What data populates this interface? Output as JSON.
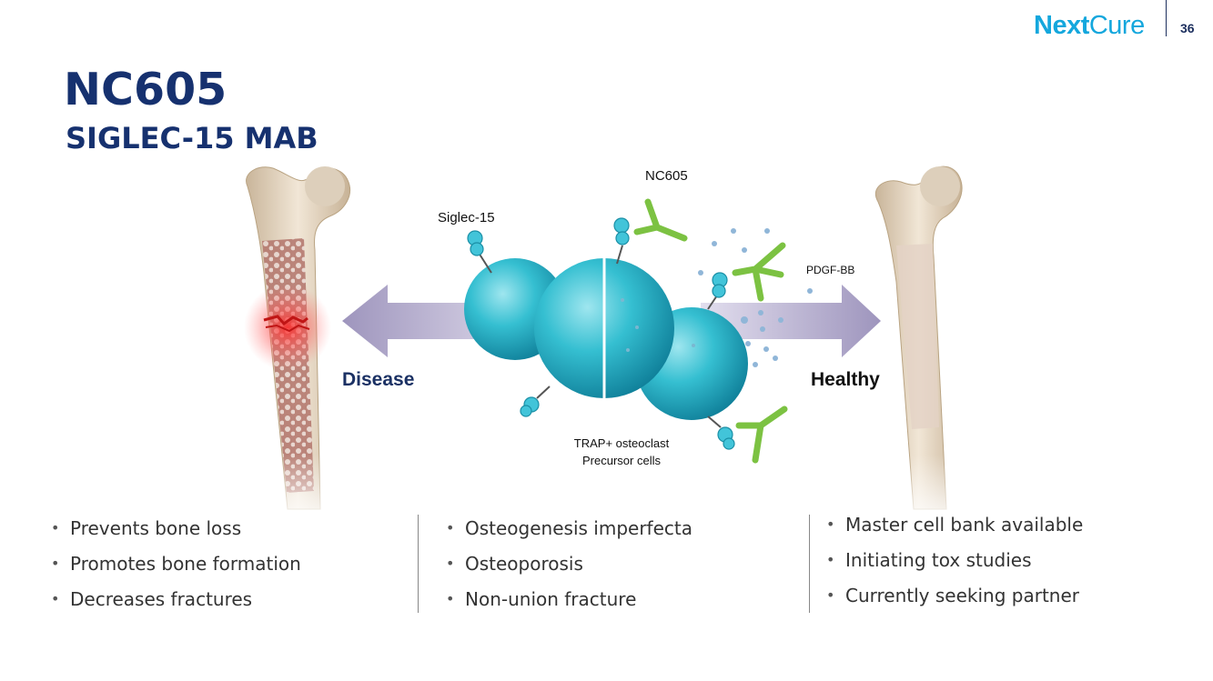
{
  "header": {
    "logo_text_bold": "Next",
    "logo_text_light": "Cure",
    "page_number": "36"
  },
  "title": "NC605",
  "subtitle": "SIGLEC-15 MAB",
  "diagram": {
    "disease_label": "Disease",
    "healthy_label": "Healthy",
    "siglec_label": "Siglec-15",
    "nc605_label": "NC605",
    "pdgf_label": "PDGF-BB",
    "cells_label_line1": "TRAP+ osteoclast",
    "cells_label_line2": "Precursor cells",
    "colors": {
      "arrow": "#a99fc3",
      "cell": "#2fb9cc",
      "antibody": "#7cc242",
      "title": "#16316f",
      "logo": "#14a7dd"
    }
  },
  "columns": [
    {
      "items": [
        "Prevents bone loss",
        "Promotes bone formation",
        "Decreases fractures"
      ]
    },
    {
      "items": [
        "Osteogenesis imperfecta",
        "Osteoporosis",
        "Non-union fracture"
      ]
    },
    {
      "items": [
        "Master cell bank available",
        "Initiating tox studies",
        "Currently seeking partner"
      ]
    }
  ]
}
